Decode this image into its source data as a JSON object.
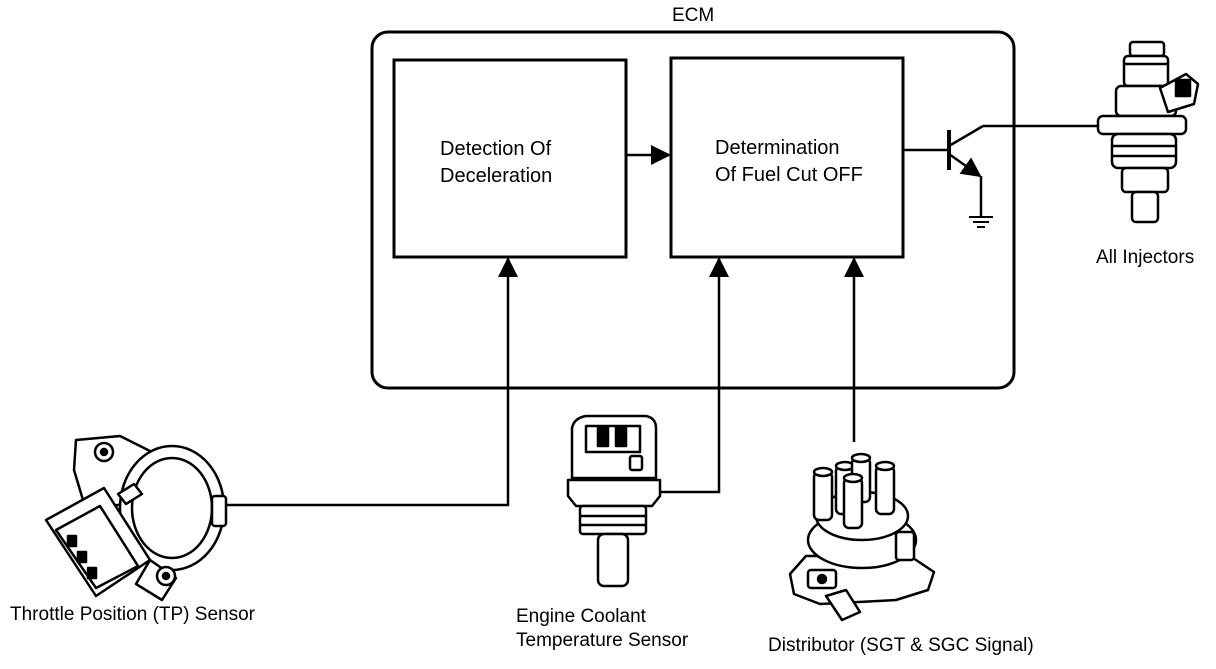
{
  "diagram": {
    "ecm_label": "ECM",
    "block_detection": {
      "line1": "Detection Of",
      "line2": "Deceleration"
    },
    "block_determination": {
      "line1": "Determination",
      "line2": "Of Fuel Cut OFF"
    },
    "injectors_label": "All Injectors",
    "tp_sensor_label": "Throttle Position (TP) Sensor",
    "coolant_sensor_label": {
      "line1": "Engine Coolant",
      "line2": "Temperature Sensor"
    },
    "distributor_label": "Distributor (SGT & SGC Signal)"
  }
}
